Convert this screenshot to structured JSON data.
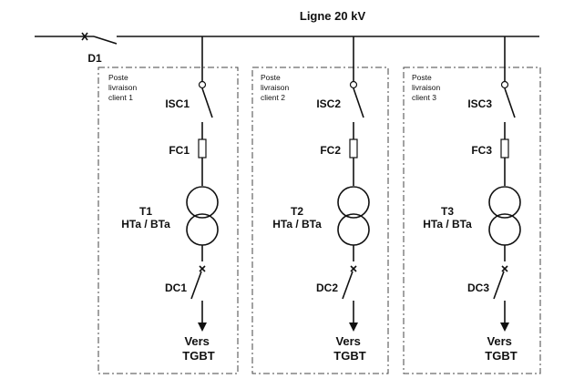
{
  "bus_label": "Ligne 20 kV",
  "main_breaker_label": "D1",
  "clients": [
    {
      "post_label_lines": [
        "Poste",
        "livraison",
        "client 1"
      ],
      "switch_label": "ISC1",
      "fuse_label": "FC1",
      "transformer_label": "T1",
      "transformer_type": "HTa / BTa",
      "breaker_label": "DC1",
      "output_label_lines": [
        "Vers",
        "TGBT"
      ]
    },
    {
      "post_label_lines": [
        "Poste",
        "livraison",
        "client 2"
      ],
      "switch_label": "ISC2",
      "fuse_label": "FC2",
      "transformer_label": "T2",
      "transformer_type": "HTa / BTa",
      "breaker_label": "DC2",
      "output_label_lines": [
        "Vers",
        "TGBT"
      ]
    },
    {
      "post_label_lines": [
        "Poste",
        "livraison",
        "client 3"
      ],
      "switch_label": "ISC3",
      "fuse_label": "FC3",
      "transformer_label": "T3",
      "transformer_type": "HTa / BTa",
      "breaker_label": "DC3",
      "output_label_lines": [
        "Vers",
        "TGBT"
      ]
    }
  ]
}
